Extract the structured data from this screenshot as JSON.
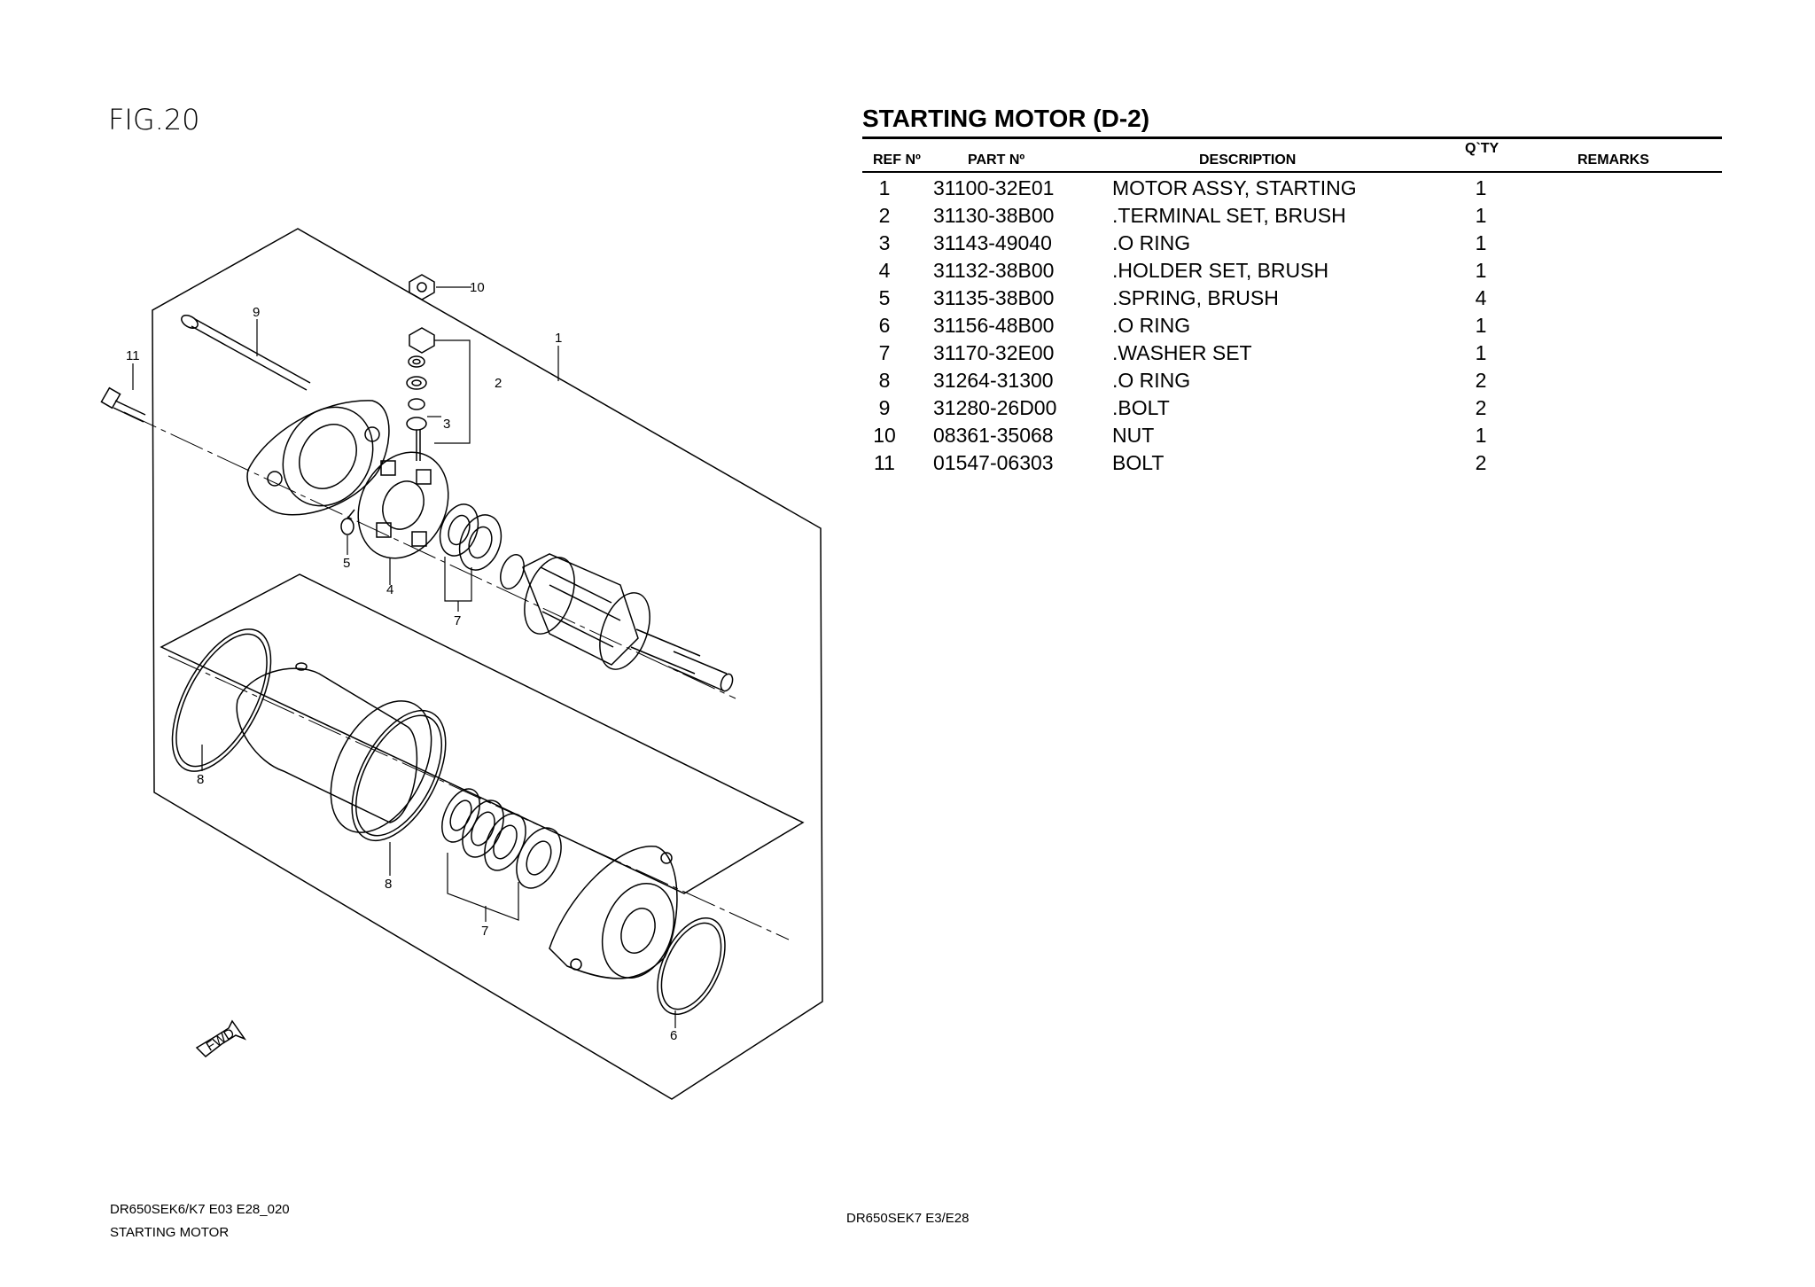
{
  "figure": {
    "label": "FIG.20"
  },
  "parts_list": {
    "title": "STARTING MOTOR (D-2)",
    "columns": {
      "ref": "REF Nº",
      "part": "PART Nº",
      "description": "DESCRIPTION",
      "qty": "Q`TY",
      "remarks": "REMARKS"
    },
    "rows": [
      {
        "ref": "1",
        "part": "31100-32E01",
        "description": "MOTOR ASSY, STARTING",
        "qty": "1",
        "remarks": ""
      },
      {
        "ref": "2",
        "part": "31130-38B00",
        "description": ".TERMINAL SET, BRUSH",
        "qty": "1",
        "remarks": ""
      },
      {
        "ref": "3",
        "part": "31143-49040",
        "description": ".O RING",
        "qty": "1",
        "remarks": ""
      },
      {
        "ref": "4",
        "part": "31132-38B00",
        "description": ".HOLDER SET, BRUSH",
        "qty": "1",
        "remarks": ""
      },
      {
        "ref": "5",
        "part": "31135-38B00",
        "description": ".SPRING, BRUSH",
        "qty": "4",
        "remarks": ""
      },
      {
        "ref": "6",
        "part": "31156-48B00",
        "description": ".O RING",
        "qty": "1",
        "remarks": ""
      },
      {
        "ref": "7",
        "part": "31170-32E00",
        "description": ".WASHER SET",
        "qty": "1",
        "remarks": ""
      },
      {
        "ref": "8",
        "part": "31264-31300",
        "description": ".O RING",
        "qty": "2",
        "remarks": ""
      },
      {
        "ref": "9",
        "part": "31280-26D00",
        "description": ".BOLT",
        "qty": "2",
        "remarks": ""
      },
      {
        "ref": "10",
        "part": "08361-35068",
        "description": "NUT",
        "qty": "1",
        "remarks": ""
      },
      {
        "ref": "11",
        "part": "01547-06303",
        "description": "BOLT",
        "qty": "2",
        "remarks": ""
      }
    ]
  },
  "callouts": {
    "c1": "1",
    "c2": "2",
    "c3": "3",
    "c4": "4",
    "c5": "5",
    "c6": "6",
    "c7a": "7",
    "c7b": "7",
    "c8a": "8",
    "c8b": "8",
    "c9": "9",
    "c10": "10",
    "c11": "11",
    "fwd": "FWD"
  },
  "footer": {
    "left_line1": "DR650SEK6/K7 E03 E28_020",
    "left_line2": "STARTING MOTOR",
    "center": "DR650SEK7 E3/E28"
  }
}
